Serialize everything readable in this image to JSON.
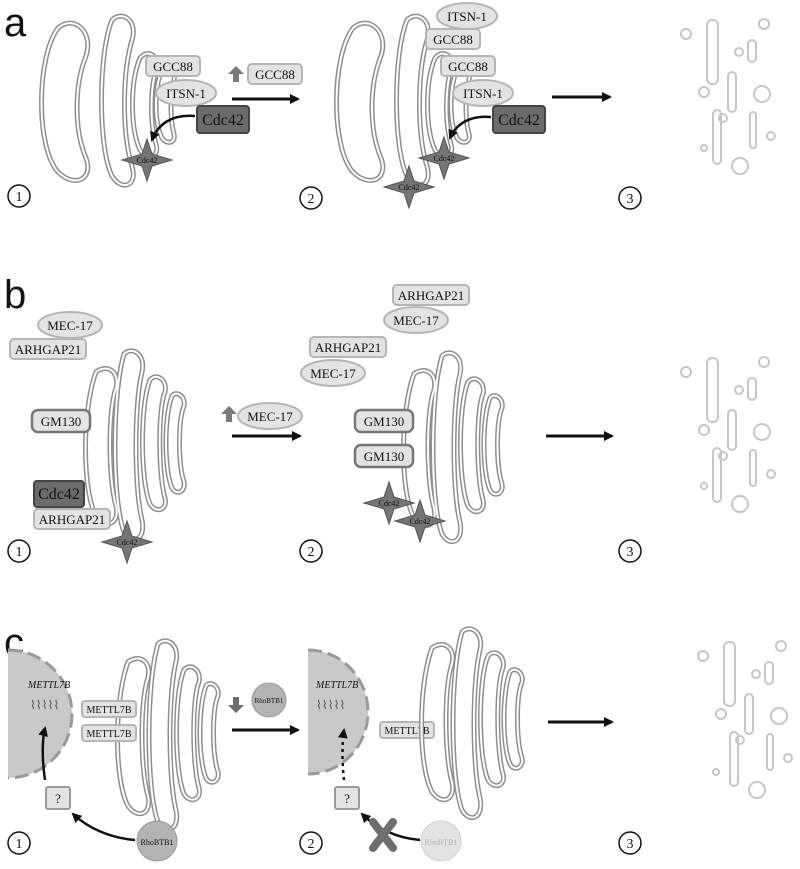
{
  "colors": {
    "golgi_stroke": "#8e8e8e",
    "label_fill": "#e3e3e3",
    "label_stroke": "#b5b5b5",
    "cdc42_box": "#6b6b6b",
    "cdc42_star": "#757575",
    "arrow": "#111111",
    "up_arrow": "#7a7a7a",
    "fragment": "#c6c6c6",
    "nucleus": "#c9c9c9",
    "rhobtb1": "#b3b3b3",
    "rhobtb1_faded": "#e3e3e3",
    "cross": "#6e6e6e"
  },
  "panels": {
    "a": {
      "letter": "a",
      "step1": "1",
      "step2": "2",
      "step3": "3",
      "gcc88": "GCC88",
      "itsn1": "ITSN-1",
      "cdc42": "Cdc42",
      "cdc42_star": "Cdc42",
      "up_label": "GCC88"
    },
    "b": {
      "letter": "b",
      "step1": "1",
      "step2": "2",
      "step3": "3",
      "mec17": "MEC-17",
      "arhgap21": "ARHGAP21",
      "gm130": "GM130",
      "cdc42": "Cdc42",
      "cdc42_star": "Cdc42",
      "up_label": "MEC-17"
    },
    "c": {
      "letter": "c",
      "step1": "1",
      "step2": "2",
      "step3": "3",
      "gene": "METTL7B",
      "mettl7b": "METTL7B",
      "unknown": "?",
      "rhobtb1": "RhoBTB1"
    }
  }
}
